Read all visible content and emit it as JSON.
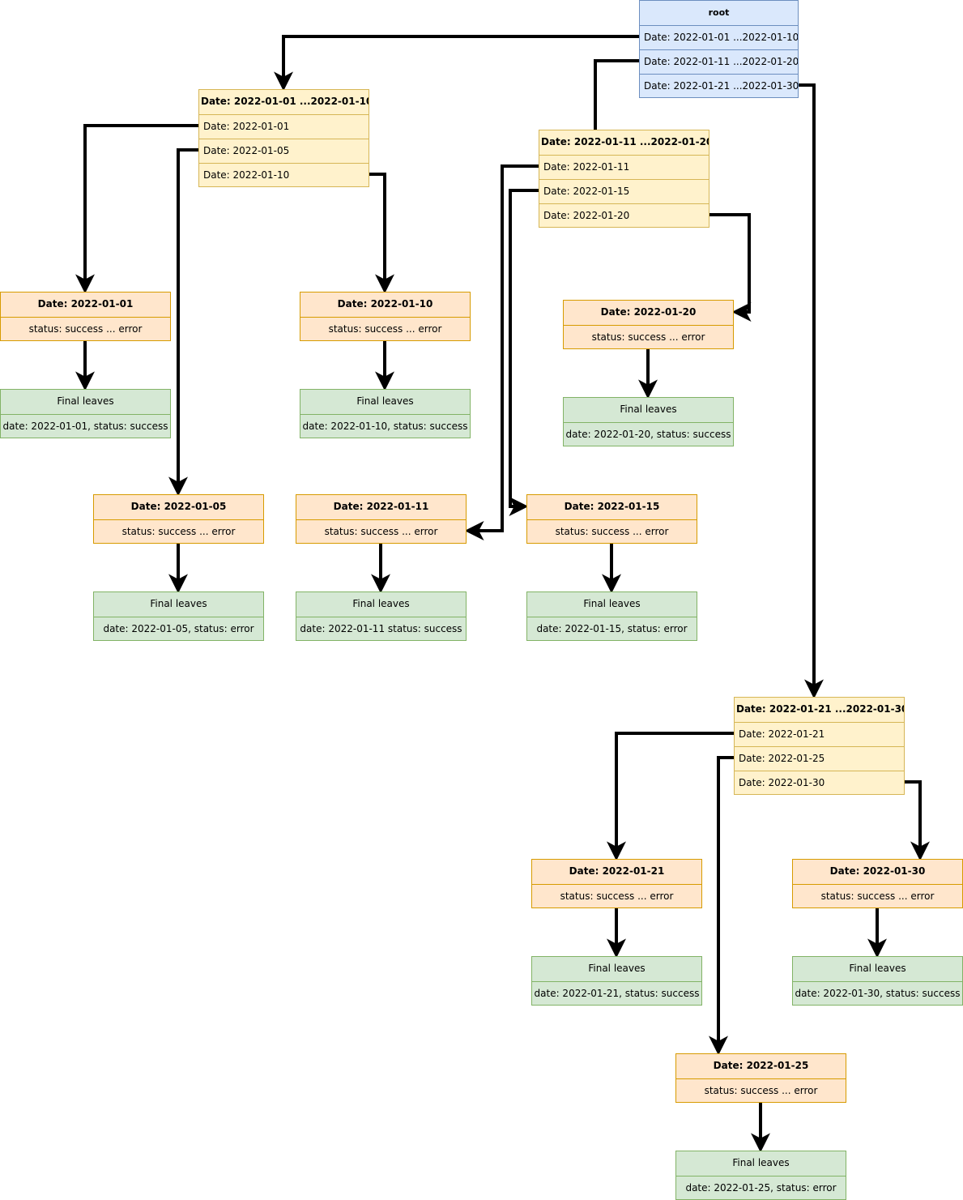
{
  "root": {
    "title": "root",
    "items": [
      "Date: 2022-01-01 ...2022-01-10",
      "Date: 2022-01-11 ...2022-01-20",
      "Date: 2022-01-21 ...2022-01-30"
    ]
  },
  "range_1": {
    "title": "Date:  2022-01-01  ...2022-01-10",
    "items": [
      "Date: 2022-01-01",
      "Date: 2022-01-05",
      "Date: 2022-01-10"
    ]
  },
  "range_2": {
    "title": "Date:  2022-01-11  ...2022-01-20",
    "items": [
      "Date: 2022-01-11",
      "Date: 2022-01-15",
      "Date: 2022-01-20"
    ]
  },
  "range_3": {
    "title": "Date:  2022-01-21  ...2022-01-30",
    "items": [
      "Date: 2022-01-21",
      "Date: 2022-01-25",
      "Date: 2022-01-30"
    ]
  },
  "status_nodes": {
    "d0101": {
      "title": "Date:  2022-01-01",
      "status": "status: success ... error"
    },
    "d0105": {
      "title": "Date:  2022-01-05",
      "status": "status: success ... error"
    },
    "d0110": {
      "title": "Date:  2022-01-10",
      "status": "status: success ... error"
    },
    "d0111": {
      "title": "Date:  2022-01-11",
      "status": "status: success ... error"
    },
    "d0115": {
      "title": "Date:  2022-01-15",
      "status": "status: success ... error"
    },
    "d0120": {
      "title": "Date:  2022-01-20",
      "status": "status: success ... error"
    },
    "d0121": {
      "title": "Date:  2022-01-21",
      "status": "status: success ... error"
    },
    "d0125": {
      "title": "Date:  2022-01-25",
      "status": "status: success ... error"
    },
    "d0130": {
      "title": "Date:  2022-01-30",
      "status": "status: success ... error"
    }
  },
  "final_leaves": {
    "d0101": {
      "title": "Final leaves",
      "value": "date: 2022-01-01, status: success"
    },
    "d0105": {
      "title": "Final leaves",
      "value": "date: 2022-01-05, status: error"
    },
    "d0110": {
      "title": "Final leaves",
      "value": "date: 2022-01-10, status: success"
    },
    "d0111": {
      "title": "Final leaves",
      "value": "date: 2022-01-11 status: success"
    },
    "d0115": {
      "title": "Final leaves",
      "value": "date: 2022-01-15, status: error"
    },
    "d0120": {
      "title": "Final leaves",
      "value": "date: 2022-01-20, status: success"
    },
    "d0121": {
      "title": "Final leaves",
      "value": "date: 2022-01-21, status: success"
    },
    "d0125": {
      "title": "Final leaves",
      "value": "date: 2022-01-25, status: error"
    },
    "d0130": {
      "title": "Final leaves",
      "value": "date: 2022-01-30, status: success"
    }
  },
  "colors": {
    "root_fill": "#dae8fc",
    "root_stroke": "#6c8ebf",
    "range_fill": "#fff2cc",
    "range_stroke": "#d6b656",
    "status_fill": "#ffe6cc",
    "status_stroke": "#d79b00",
    "leaf_fill": "#d5e8d4",
    "leaf_stroke": "#82b366",
    "edge": "#000000"
  }
}
